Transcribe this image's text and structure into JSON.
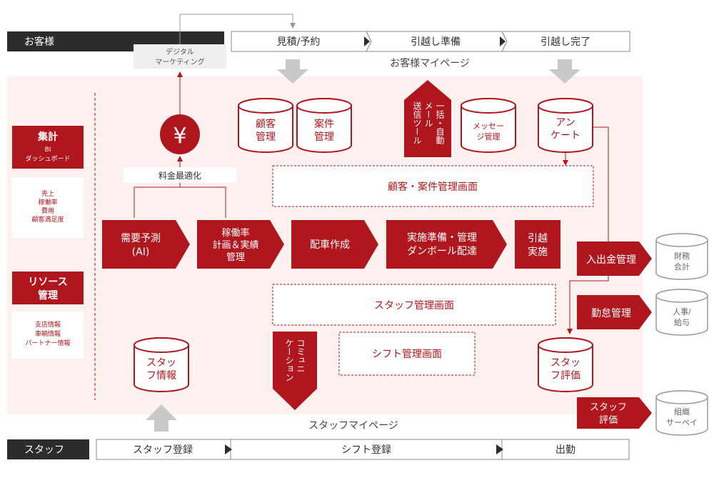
{
  "lanes": {
    "customer": "お客様",
    "staff": "スタッフ"
  },
  "customer_steps": [
    "見積/予約",
    "引越し準備",
    "引越し完了"
  ],
  "customer_mypage": "お客様マイページ",
  "digital_marketing": [
    "デジタル",
    "マーケティング"
  ],
  "yen_symbol": "¥",
  "pricing_opt": "料金最適化",
  "left_panel": {
    "aggregate": {
      "title": "集計",
      "sub": [
        "BI",
        "ダッシュボード"
      ],
      "items": [
        "売上",
        "稼働率",
        "費用",
        "顧客満足度"
      ]
    },
    "resource": {
      "title": [
        "リソース",
        "管理"
      ],
      "items": [
        "支店情報",
        "車輌情報",
        "パートナー情報"
      ]
    }
  },
  "databases": {
    "customer_mgmt": [
      "顧客",
      "管理"
    ],
    "case_mgmt": [
      "案件",
      "管理"
    ],
    "message_mgmt": [
      "メッセー",
      "ジ管理"
    ],
    "survey": [
      "アン",
      "ケート"
    ],
    "staff_info": [
      "スタッ",
      "フ情報"
    ],
    "staff_eval": [
      "スタッ",
      "フ評価"
    ]
  },
  "auto_mail": [
    "一括・自動",
    "メール",
    "送信ツール"
  ],
  "screens": {
    "customer_case": "顧客・案件管理画面",
    "staff_mgmt": "スタッフ管理画面",
    "shift_mgmt": "シフト管理画面"
  },
  "flow": {
    "demand": [
      "需要予測",
      "(AI)"
    ],
    "utilization": [
      "稼働率",
      "計画＆実績",
      "管理"
    ],
    "dispatch": "配車作成",
    "prep": [
      "実施準備・管理",
      "ダンボール配達"
    ],
    "execute": [
      "引越",
      "実施"
    ]
  },
  "communication": [
    "コミュニ",
    "ケーション"
  ],
  "right_modules": {
    "payments": "入出金管理",
    "attendance": "勤怠管理",
    "staff_eval": [
      "スタッフ",
      "評価"
    ]
  },
  "external": {
    "finance": [
      "財務",
      "会計"
    ],
    "hr": [
      "人事/",
      "給与"
    ],
    "survey": [
      "組織",
      "サーベイ"
    ]
  },
  "staff_mypage": "スタッフマイページ",
  "staff_steps": [
    "スタッフ登録",
    "シフト登録",
    "出勤"
  ],
  "colors": {
    "accent": "#b0161e",
    "panel": "#fdf1f0",
    "dark": "#2c2c2c",
    "gray": "#c9c9c9"
  }
}
